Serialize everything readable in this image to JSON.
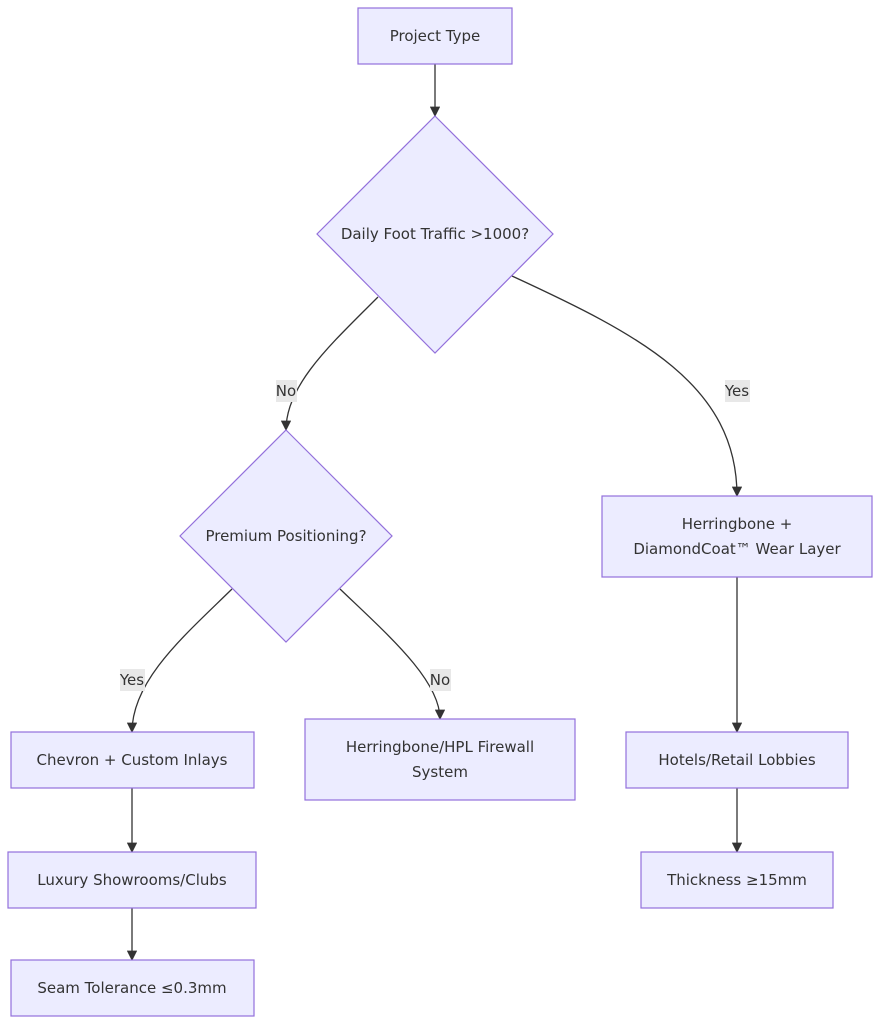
{
  "nodes": {
    "project_type": "Project Type",
    "foot_traffic": "Daily Foot Traffic >1000?",
    "premium": "Premium Positioning?",
    "herringbone_diamond": [
      "Herringbone +",
      "DiamondCoat™ Wear Layer"
    ],
    "chevron": "Chevron + Custom Inlays",
    "herringbone_hpl": [
      "Herringbone/HPL Firewall",
      "System"
    ],
    "hotels": "Hotels/Retail Lobbies",
    "luxury": "Luxury Showrooms/Clubs",
    "thickness": "Thickness ≥15mm",
    "seam": "Seam Tolerance ≤0.3mm"
  },
  "edge_labels": {
    "traffic_no": "No",
    "traffic_yes": "Yes",
    "premium_yes": "Yes",
    "premium_no": "No"
  },
  "colors": {
    "node_fill": "#ececff",
    "node_stroke": "#9370db",
    "edge": "#333333",
    "label_bg": "#e8e8e8"
  }
}
